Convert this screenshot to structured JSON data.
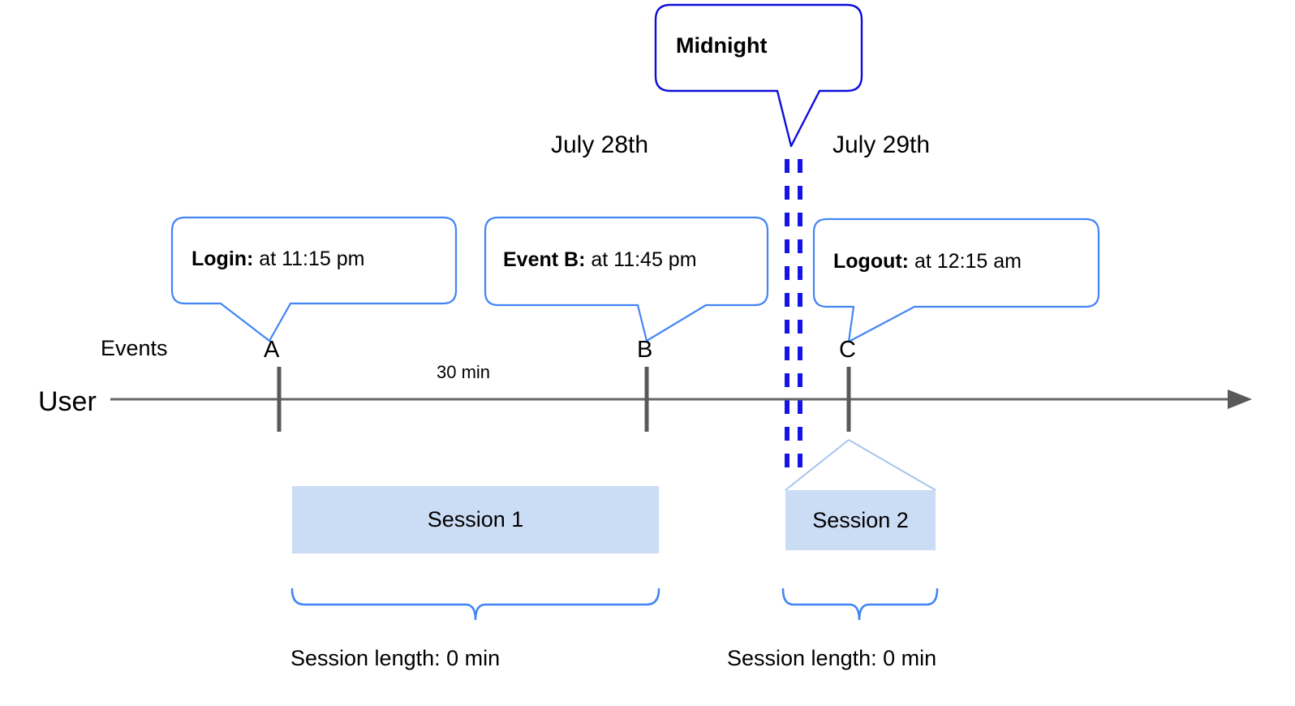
{
  "diagram": {
    "title_callout": {
      "label": "Midnight",
      "border_color": "#0d0dd9"
    },
    "days": [
      {
        "name": "day-july-28",
        "label": "July 28th"
      },
      {
        "name": "day-july-29",
        "label": "July 29th"
      }
    ],
    "axis": {
      "row_label": "User",
      "events_label": "Events",
      "gap_label": "30 min",
      "color": "#666666"
    },
    "events": [
      {
        "marker": "A",
        "bold": "Login:",
        "rest": " at 11:15 pm"
      },
      {
        "marker": "B",
        "bold": "Event B:",
        "rest": " at 11:45 pm"
      },
      {
        "marker": "C",
        "bold": "Logout:",
        "rest": " at 12:15 am"
      }
    ],
    "sessions": [
      {
        "label": "Session 1",
        "length_label": "Session length: 0 min"
      },
      {
        "label": "Session 2",
        "length_label": "Session length: 0 min"
      }
    ],
    "colors": {
      "callout_border": "#4285f4",
      "midnight_border": "#0d0dd9",
      "midnight_divider": "#1414e6",
      "session_fill": "#cbdcf5",
      "brace": "#4285f4",
      "axis": "#666666",
      "tick": "#595959"
    }
  }
}
